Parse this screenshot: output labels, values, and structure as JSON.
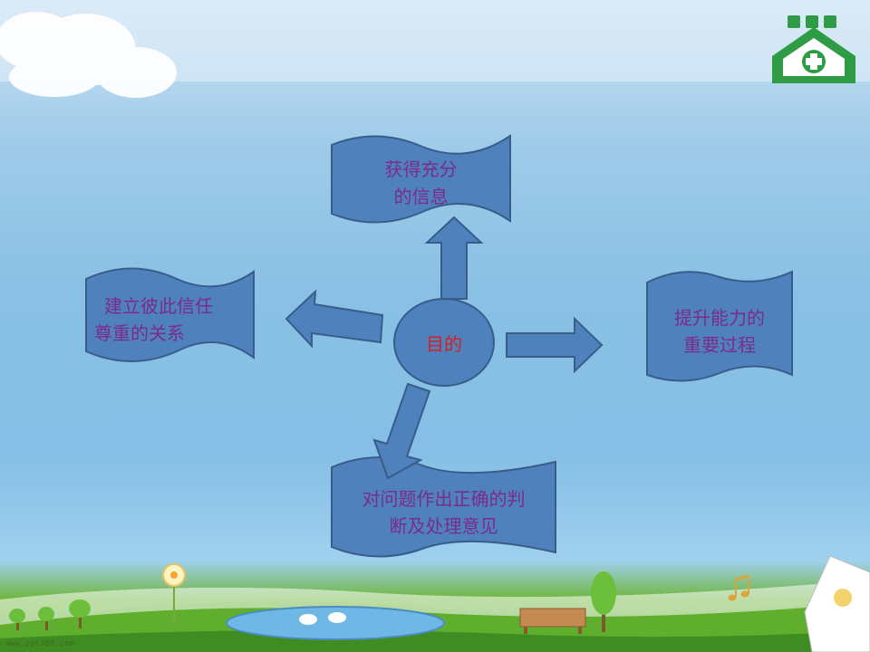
{
  "center": {
    "label": "目的"
  },
  "nodes": {
    "top": {
      "line1": "获得充分",
      "line2": "的信息"
    },
    "left": {
      "line1": "建立彼此信任",
      "line2": "尊重的关系"
    },
    "right": {
      "line1": "提升能力的",
      "line2": "重要过程"
    },
    "bottom": {
      "line1": "对问题作出正确的判",
      "line2": "断及处理意见"
    }
  },
  "footer": {
    "url": "www.ppt360.com"
  },
  "colors": {
    "shape_fill": "#4f81bd",
    "shape_stroke": "#385d8a",
    "label_text": "#7a2c8a",
    "center_text": "#d81e1e",
    "logo_green": "#2e9b45"
  },
  "icons": [
    "hospital-logo-icon",
    "cloud-decoration",
    "tree-decoration",
    "pond-with-swans",
    "park-bench",
    "music-note-icon",
    "notebook-icon",
    "flower-decoration"
  ]
}
